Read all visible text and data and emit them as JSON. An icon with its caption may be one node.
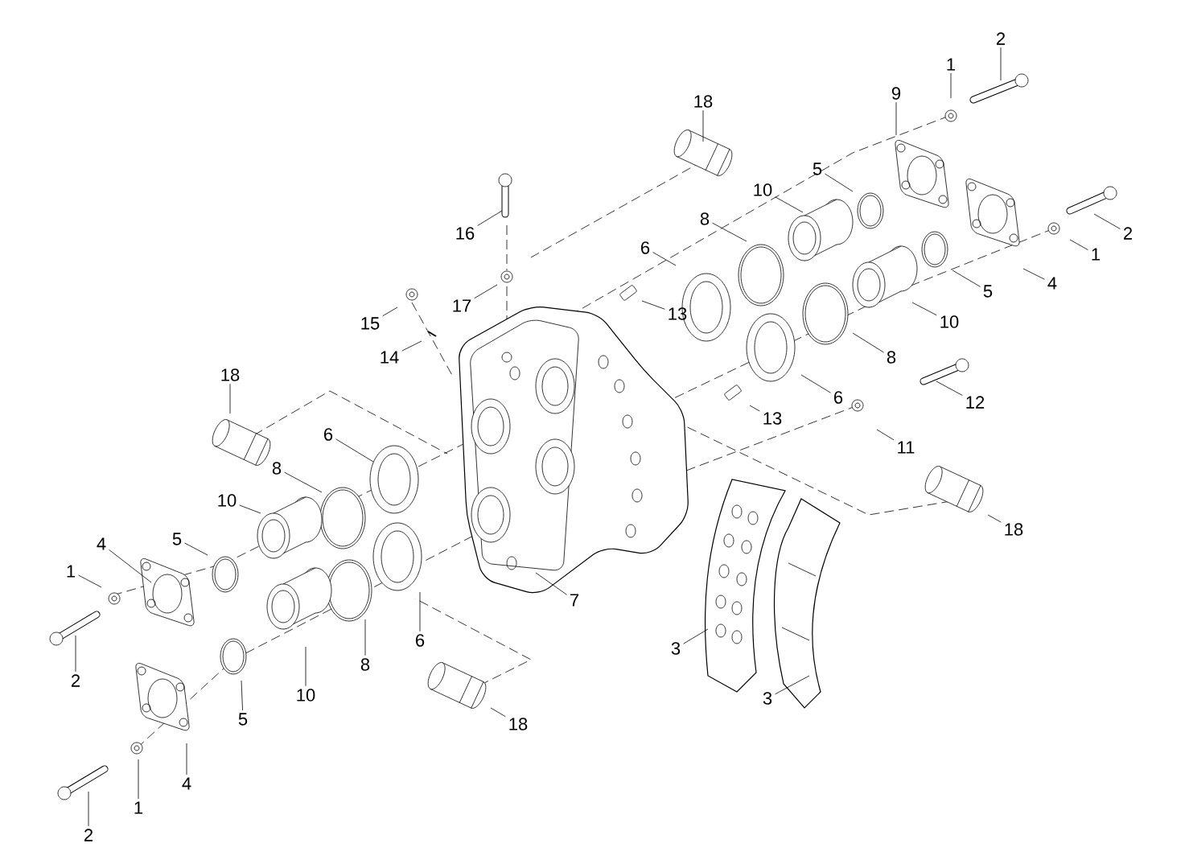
{
  "diagram": {
    "nodes": [
      {
        "text": [
          "18"
        ]
      },
      {
        "text": [
          "6"
        ]
      },
      {
        "text": [
          "8"
        ]
      },
      {
        "text": [
          "10"
        ]
      },
      {
        "text": [
          "5"
        ]
      },
      {
        "text": [
          "4"
        ]
      },
      {
        "text": [
          "1"
        ]
      },
      {
        "text": [
          "2"
        ]
      },
      {
        "text": [
          "10"
        ]
      },
      {
        "text": [
          "8"
        ]
      },
      {
        "text": [
          "6"
        ]
      },
      {
        "text": [
          "5"
        ]
      },
      {
        "text": [
          "4"
        ]
      },
      {
        "text": [
          "1"
        ]
      },
      {
        "text": [
          "2"
        ]
      },
      {
        "text": [
          "18"
        ]
      },
      {
        "text": [
          "7"
        ]
      },
      {
        "text": [
          "16"
        ]
      },
      {
        "text": [
          "17"
        ]
      },
      {
        "text": [
          "15"
        ]
      },
      {
        "text": [
          "14"
        ]
      },
      {
        "text": [
          "18"
        ]
      },
      {
        "text": [
          "8"
        ]
      },
      {
        "text": [
          "10"
        ]
      },
      {
        "text": [
          "5"
        ]
      },
      {
        "text": [
          "9"
        ]
      },
      {
        "text": [
          "1"
        ]
      },
      {
        "text": [
          "2"
        ]
      },
      {
        "text": [
          "6"
        ]
      },
      {
        "text": [
          "13"
        ]
      },
      {
        "text": [
          "2"
        ]
      },
      {
        "text": [
          "1"
        ]
      },
      {
        "text": [
          "5"
        ]
      },
      {
        "text": [
          "4"
        ]
      },
      {
        "text": [
          "10"
        ]
      },
      {
        "text": [
          "8"
        ]
      },
      {
        "text": [
          "6"
        ]
      },
      {
        "text": [
          "12"
        ]
      },
      {
        "text": [
          "13"
        ]
      },
      {
        "text": [
          "11"
        ]
      },
      {
        "text": [
          "18"
        ]
      },
      {
        "text": [
          "3"
        ]
      },
      {
        "text": [
          "3"
        ]
      }
    ],
    "edges": [
      {
        "from": 0,
        "to": null,
        "arrow": "none"
      },
      {
        "from": 1,
        "to": null,
        "arrow": "none"
      },
      {
        "from": 2,
        "to": null,
        "arrow": "none"
      },
      {
        "from": 3,
        "to": null,
        "arrow": "none"
      },
      {
        "from": 4,
        "to": null,
        "arrow": "none"
      },
      {
        "from": 5,
        "to": null,
        "arrow": "none"
      },
      {
        "from": 6,
        "to": null,
        "arrow": "none"
      },
      {
        "from": 7,
        "to": null,
        "arrow": "none"
      },
      {
        "from": 8,
        "to": null,
        "arrow": "none"
      },
      {
        "from": 9,
        "to": null,
        "arrow": "none"
      },
      {
        "from": 10,
        "to": null,
        "arrow": "none"
      },
      {
        "from": 11,
        "to": null,
        "arrow": "none"
      },
      {
        "from": 12,
        "to": null,
        "arrow": "none"
      },
      {
        "from": 13,
        "to": null,
        "arrow": "none"
      },
      {
        "from": 14,
        "to": null,
        "arrow": "none"
      },
      {
        "from": 15,
        "to": null,
        "arrow": "none"
      },
      {
        "from": 16,
        "to": null,
        "arrow": "none"
      },
      {
        "from": 17,
        "to": null,
        "arrow": "none"
      },
      {
        "from": 18,
        "to": null,
        "arrow": "none"
      },
      {
        "from": 19,
        "to": null,
        "arrow": "none"
      },
      {
        "from": 20,
        "to": null,
        "arrow": "none"
      },
      {
        "from": 21,
        "to": null,
        "arrow": "none"
      },
      {
        "from": 22,
        "to": null,
        "arrow": "none"
      },
      {
        "from": 23,
        "to": null,
        "arrow": "none"
      },
      {
        "from": 24,
        "to": null,
        "arrow": "none"
      },
      {
        "from": 25,
        "to": null,
        "arrow": "none"
      },
      {
        "from": 26,
        "to": null,
        "arrow": "none"
      },
      {
        "from": 27,
        "to": null,
        "arrow": "none"
      },
      {
        "from": 28,
        "to": null,
        "arrow": "none"
      },
      {
        "from": 29,
        "to": null,
        "arrow": "none"
      },
      {
        "from": 30,
        "to": null,
        "arrow": "none"
      },
      {
        "from": 31,
        "to": null,
        "arrow": "none"
      },
      {
        "from": 32,
        "to": null,
        "arrow": "none"
      },
      {
        "from": 33,
        "to": null,
        "arrow": "none"
      },
      {
        "from": 34,
        "to": null,
        "arrow": "none"
      },
      {
        "from": 35,
        "to": null,
        "arrow": "none"
      },
      {
        "from": 36,
        "to": null,
        "arrow": "none"
      },
      {
        "from": 37,
        "to": null,
        "arrow": "none"
      },
      {
        "from": 38,
        "to": null,
        "arrow": "none"
      },
      {
        "from": 39,
        "to": null,
        "arrow": "none"
      },
      {
        "from": 40,
        "to": null,
        "arrow": "none"
      },
      {
        "from": 41,
        "to": null,
        "arrow": "none"
      },
      {
        "from": 42,
        "to": null,
        "arrow": "none"
      }
    ]
  }
}
